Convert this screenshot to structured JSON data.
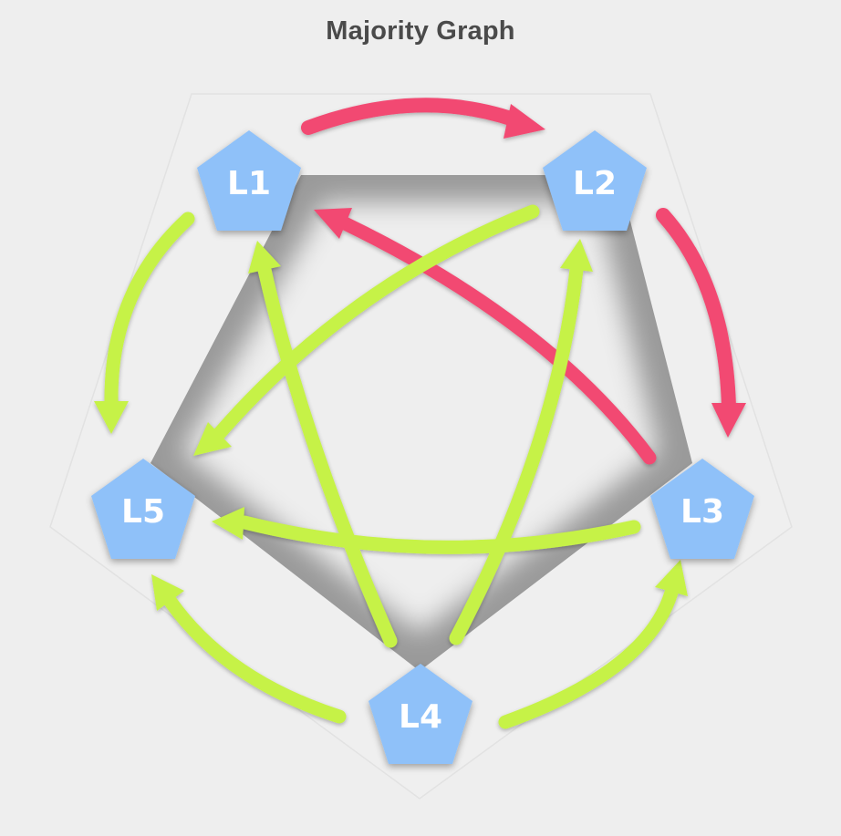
{
  "title": "Majority Graph",
  "colors": {
    "background": "#eeeeee",
    "node": "#8fc1f9",
    "node_text": "#ffffff",
    "win_arrow": "#c6f247",
    "loss_arrow": "#f24a72"
  },
  "nodes": [
    {
      "id": "L1",
      "label": "L1"
    },
    {
      "id": "L2",
      "label": "L2"
    },
    {
      "id": "L3",
      "label": "L3"
    },
    {
      "id": "L4",
      "label": "L4"
    },
    {
      "id": "L5",
      "label": "L5"
    }
  ],
  "edges": [
    {
      "from": "L1",
      "to": "L2",
      "color": "loss_arrow"
    },
    {
      "from": "L2",
      "to": "L3",
      "color": "loss_arrow"
    },
    {
      "from": "L3",
      "to": "L1",
      "color": "loss_arrow"
    },
    {
      "from": "L1",
      "to": "L5",
      "color": "win_arrow"
    },
    {
      "from": "L2",
      "to": "L5",
      "color": "win_arrow"
    },
    {
      "from": "L3",
      "to": "L5",
      "color": "win_arrow"
    },
    {
      "from": "L4",
      "to": "L5",
      "color": "win_arrow"
    },
    {
      "from": "L4",
      "to": "L1",
      "color": "win_arrow"
    },
    {
      "from": "L4",
      "to": "L2",
      "color": "win_arrow"
    },
    {
      "from": "L4",
      "to": "L3",
      "color": "win_arrow"
    }
  ]
}
